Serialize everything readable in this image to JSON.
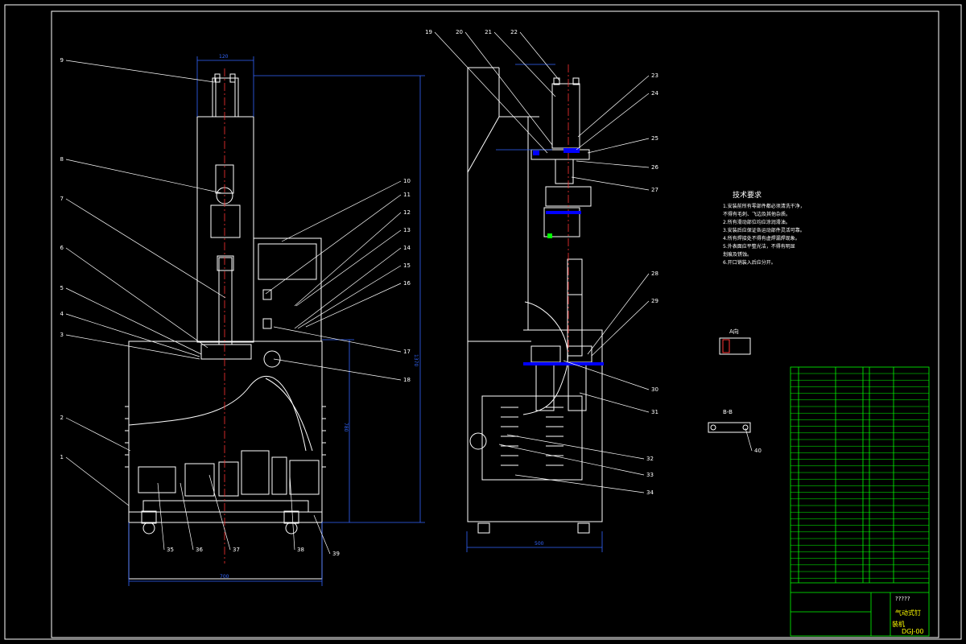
{
  "drawing": {
    "front_callouts": [
      "9",
      "8",
      "7",
      "6",
      "5",
      "4",
      "3",
      "2",
      "1"
    ],
    "front_panel_callouts": [
      "10",
      "11",
      "12",
      "13",
      "14",
      "15",
      "16",
      "17",
      "18"
    ],
    "bottom_callouts": [
      "35",
      "36",
      "37",
      "38",
      "39"
    ],
    "side_top_callouts": [
      "19",
      "20",
      "21",
      "22"
    ],
    "side_right_callouts": [
      "23",
      "24",
      "25",
      "26",
      "27",
      "28",
      "29",
      "30",
      "31"
    ],
    "side_lower_callouts": [
      "32",
      "33",
      "34"
    ],
    "section_callout": "40",
    "dims": {
      "front_top": "120",
      "front_height": "1370",
      "front_body": "780",
      "front_width": "700",
      "side_width": "500"
    },
    "view_labels": {
      "a": "A向",
      "b": "B-B"
    }
  },
  "notes": {
    "title": "技术要求",
    "lines": [
      "1.安装前所有零部件都必须清洗干净，",
      "  不得有毛刺、飞边及其他杂质。",
      "2.所有滑动部位均应涂润滑油。",
      "3.安装后应保证各运动部件灵活可靠。",
      "4.所有焊接处不得有虚焊漏焊现象。",
      "5.外表面应平整光洁，不得有明显",
      "  划痕及锈蚀。",
      "6.开口销装入后应分开。"
    ]
  },
  "title_block": {
    "name": "气动式钉",
    "name2": "装机",
    "code": "DGJ-00",
    "marks": "?????"
  }
}
